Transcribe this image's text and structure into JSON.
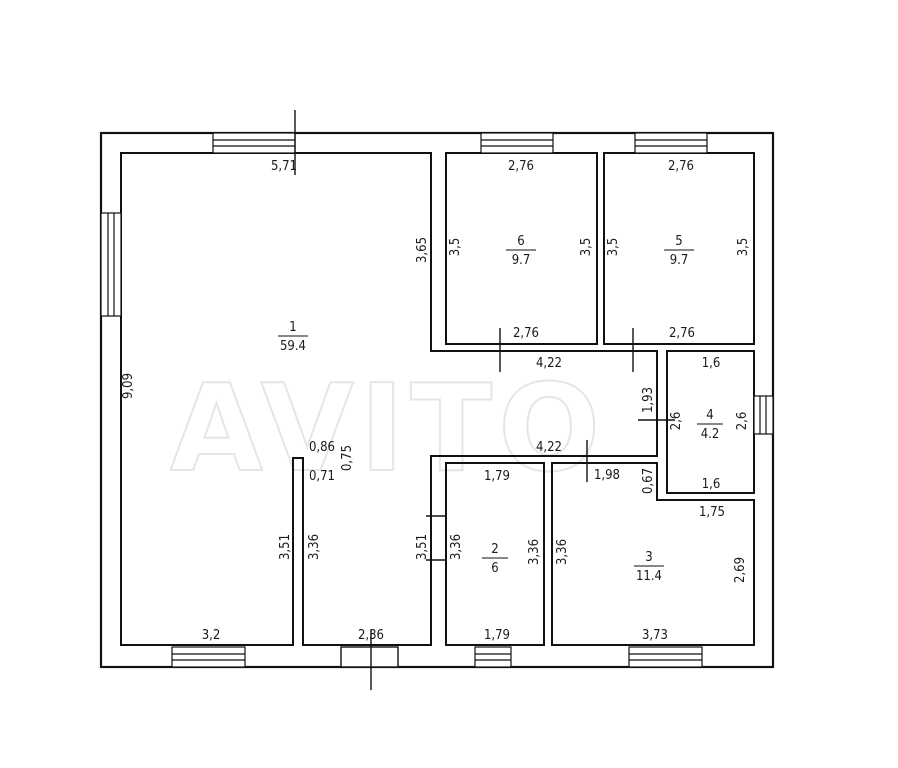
{
  "watermark": "AVITO",
  "rooms": [
    {
      "number": "1",
      "area": "59.4"
    },
    {
      "number": "2",
      "area": "6"
    },
    {
      "number": "3",
      "area": "11.4"
    },
    {
      "number": "4",
      "area": "4.2"
    },
    {
      "number": "5",
      "area": "9.7"
    },
    {
      "number": "6",
      "area": "9.7"
    }
  ],
  "dims": {
    "r1_top": "5,71",
    "r1_left": "9,09",
    "r1_right": "3,65",
    "r1_bottom": "3,2",
    "r1_step_a": "0,86",
    "r1_step_b": "0,75",
    "r1_step_c": "0,71",
    "r1_inner": "3,51",
    "hall_left": "3,36",
    "hall_bottom": "2,36",
    "hall_right_a": "3,51",
    "hall_right_b": "3,36",
    "corr_top": "4,22",
    "corr_bottom": "4,22",
    "corr_side": "1,93",
    "r6_top": "2,76",
    "r6_left": "3,5",
    "r6_right": "3,5",
    "r6_bottom": "2,76",
    "r5_top": "2,76",
    "r5_left": "3,5",
    "r5_right": "3,5",
    "r5_bottom": "2,76",
    "r4_top": "1,6",
    "r4_left": "2,6",
    "r4_right": "2,6",
    "r4_bottom": "1,6",
    "r2_top": "1,79",
    "r2_right": "3,36",
    "r2_bottom": "1,79",
    "r3_top": "1,98",
    "r3_step": "0,67",
    "r3_step_w": "1,75",
    "r3_left": "3,36",
    "r3_right": "2,69",
    "r3_bottom": "3,73"
  }
}
